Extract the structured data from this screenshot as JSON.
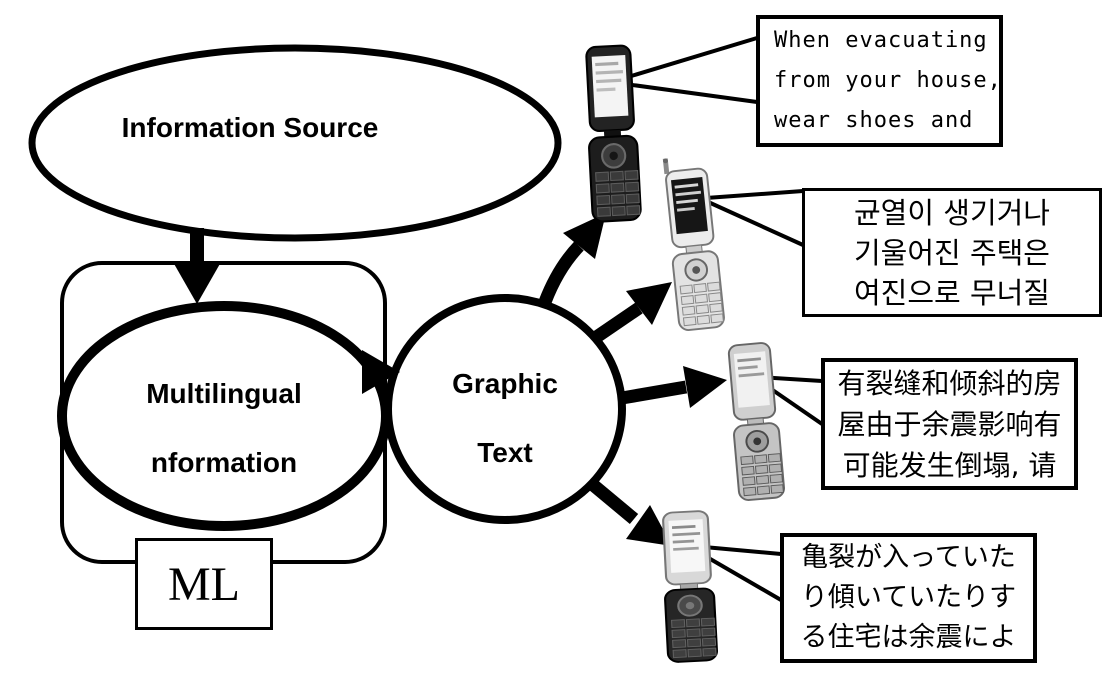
{
  "figure": {
    "background": "#ffffff",
    "ink": "#000000"
  },
  "nodes": {
    "information_source": {
      "label": "Information Source"
    },
    "multilingual_information": {
      "lines": [
        "Multilingual",
        "nformation"
      ]
    },
    "ml_tag": {
      "label": "ML"
    },
    "graphic_text": {
      "lines": [
        "Graphic",
        "Text"
      ]
    }
  },
  "callouts": [
    {
      "language": "english",
      "lines": [
        "When evacuating",
        "from your house,",
        "wear shoes and"
      ]
    },
    {
      "language": "korean",
      "lines": [
        "균열이 생기거나",
        "기울어진 주택은",
        "여진으로 무너질"
      ]
    },
    {
      "language": "chinese",
      "lines": [
        "有裂缝和倾斜的房",
        "屋由于余震影响有",
        "可能发生倒塌, 请"
      ]
    },
    {
      "language": "japanese",
      "lines": [
        "亀裂が入っていた",
        "り傾いていたりす",
        "る住宅は余震によ"
      ]
    }
  ],
  "phones": [
    {
      "icon": "flip-phone-dark-icon"
    },
    {
      "icon": "flip-phone-white-antenna-icon"
    },
    {
      "icon": "flip-phone-gray-icon"
    },
    {
      "icon": "flip-phone-two-tone-icon"
    }
  ]
}
